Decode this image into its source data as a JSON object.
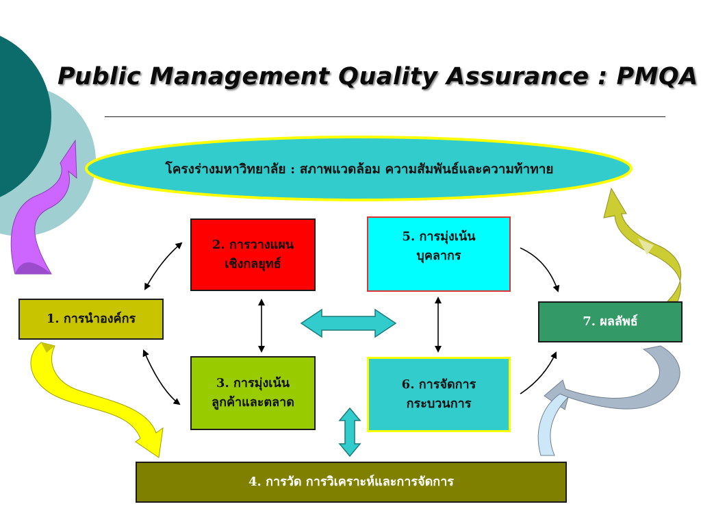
{
  "title": "Public Management Quality Assurance : PMQA",
  "header": {
    "text": "โครงร่างมหาวิทยาลัย : สภาพแวดล้อม ความสัมพันธ์และความท้าทาย"
  },
  "boxes": {
    "b1": {
      "line1": "1. การนำองค์กร"
    },
    "b2": {
      "line1": "2. การวางแผน",
      "line2": "เชิงกลยุทธ์"
    },
    "b3": {
      "line1": "3. การมุ่งเน้น",
      "line2": "ลูกค้าและตลาด"
    },
    "b4": {
      "line1": "4. การวัด การวิเคราะห์และการจัดการ"
    },
    "b5": {
      "line1": "5. การมุ่งเน้น",
      "line2": "บุคลากร"
    },
    "b6": {
      "line1": "6. การจัดการ",
      "line2": "กระบวนการ"
    },
    "b7": {
      "line1": "7. ผลลัพธ์"
    }
  },
  "colors": {
    "box1": "#c8c400",
    "box2": "#ff0000",
    "box3": "#99cc00",
    "box4": "#808000",
    "box5": "#00ffff",
    "box6": "#33cccc",
    "box7": "#339966",
    "ellipse": "#33cccc",
    "ellipse_border": "#ffff00",
    "decor_dark": "#0c6b6b",
    "decor_light": "#9fcfd0",
    "arrow_purple": "#cc66ff",
    "arrow_yellow": "#ffff00",
    "arrow_olive": "#cccc33",
    "arrow_lightblue": "#cce8f8",
    "arrow_gray": "#a8b8c8",
    "arrow_teal": "#33cccc"
  }
}
